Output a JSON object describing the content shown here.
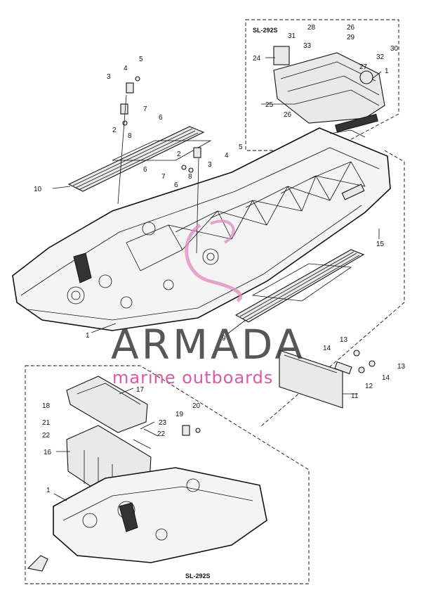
{
  "diagram": {
    "box_labels": {
      "top_right": "SL-292S",
      "bottom_left": "SL-292S"
    },
    "watermark": {
      "title": "ARMADA",
      "subtitle": "marine outboards"
    },
    "callouts": {
      "c1a": "1",
      "c1b": "1",
      "c1c": "1",
      "c2a": "2",
      "c2b": "2",
      "c3a": "3",
      "c3b": "3",
      "c4a": "4",
      "c4b": "4",
      "c5a": "5",
      "c5b": "5",
      "c6a": "6",
      "c6b": "6",
      "c7a": "7",
      "c7b": "7",
      "c8a": "8",
      "c8b": "8",
      "c9": "9",
      "c10": "10",
      "c11": "11",
      "c12": "12",
      "c13a": "13",
      "c13b": "13",
      "c14a": "14",
      "c14b": "14",
      "c15": "15",
      "c16": "16",
      "c17": "17",
      "c18": "18",
      "c19": "19",
      "c20": "20",
      "c21": "21",
      "c22a": "22",
      "c22b": "22",
      "c23": "23",
      "c24": "24",
      "c25": "25",
      "c26a": "26",
      "c26b": "26",
      "c27": "27",
      "c28": "28",
      "c29": "29",
      "c30": "30",
      "c31": "31",
      "c32": "32",
      "c33": "33",
      "c6c": "6"
    }
  }
}
